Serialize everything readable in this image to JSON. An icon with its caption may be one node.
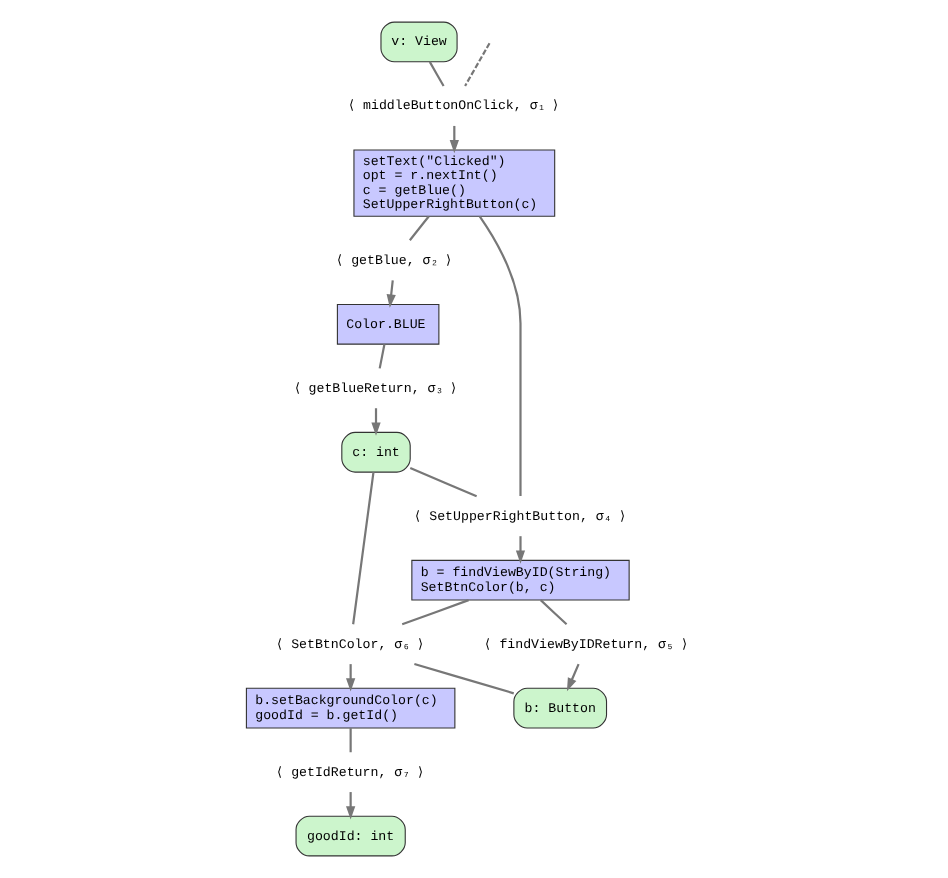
{
  "diagram": {
    "nodes": [
      {
        "text": [
          "v: View"
        ]
      },
      {
        "text": [
          "⟨ middleButtonOnClick, σ₁ ⟩"
        ]
      },
      {
        "text": [
          "setText(\"Clicked\")",
          "opt = r.nextInt()",
          "c = getBlue()",
          "SetUpperRightButton(c)"
        ]
      },
      {
        "text": [
          "⟨ getBlue, σ₂ ⟩"
        ]
      },
      {
        "text": [
          "Color.BLUE"
        ]
      },
      {
        "text": [
          "⟨ getBlueReturn, σ₃ ⟩"
        ]
      },
      {
        "text": [
          "c: int"
        ]
      },
      {
        "text": [
          "⟨ SetUpperRightButton, σ₄ ⟩"
        ]
      },
      {
        "text": [
          "b = findViewByID(String)",
          "SetBtnColor(b, c)"
        ]
      },
      {
        "text": [
          "⟨ SetBtnColor, σ₆ ⟩"
        ]
      },
      {
        "text": [
          "⟨ findViewByIDReturn, σ₅ ⟩"
        ]
      },
      {
        "text": [
          "b: Button"
        ]
      },
      {
        "text": [
          "b.setBackgroundColor(c)",
          "goodId = b.getId()"
        ]
      },
      {
        "text": [
          "⟨ getIdReturn, σ₇ ⟩"
        ]
      },
      {
        "text": [
          "goodId: int"
        ]
      }
    ],
    "edges": [
      {
        "from": null,
        "to": 1,
        "arrow": "none",
        "style": "dashed"
      },
      {
        "from": 0,
        "to": 1,
        "arrow": "none"
      },
      {
        "from": 1,
        "to": 2,
        "arrow": "to"
      },
      {
        "from": 2,
        "to": 3,
        "arrow": "none"
      },
      {
        "from": 3,
        "to": 4,
        "arrow": "to"
      },
      {
        "from": 4,
        "to": 5,
        "arrow": "none"
      },
      {
        "from": 5,
        "to": 6,
        "arrow": "to"
      },
      {
        "from": 6,
        "to": 7,
        "arrow": "none"
      },
      {
        "from": 2,
        "to": 7,
        "arrow": "none"
      },
      {
        "from": 7,
        "to": 8,
        "arrow": "to"
      },
      {
        "from": 8,
        "to": 9,
        "arrow": "none"
      },
      {
        "from": 6,
        "to": 9,
        "arrow": "none"
      },
      {
        "from": 9,
        "to": 12,
        "arrow": "to"
      },
      {
        "from": 9,
        "to": 11,
        "arrow": "none"
      },
      {
        "from": 8,
        "to": 10,
        "arrow": "none"
      },
      {
        "from": 10,
        "to": 11,
        "arrow": "to"
      },
      {
        "from": 12,
        "to": 13,
        "arrow": "none"
      },
      {
        "from": 13,
        "to": 14,
        "arrow": "to"
      }
    ]
  }
}
